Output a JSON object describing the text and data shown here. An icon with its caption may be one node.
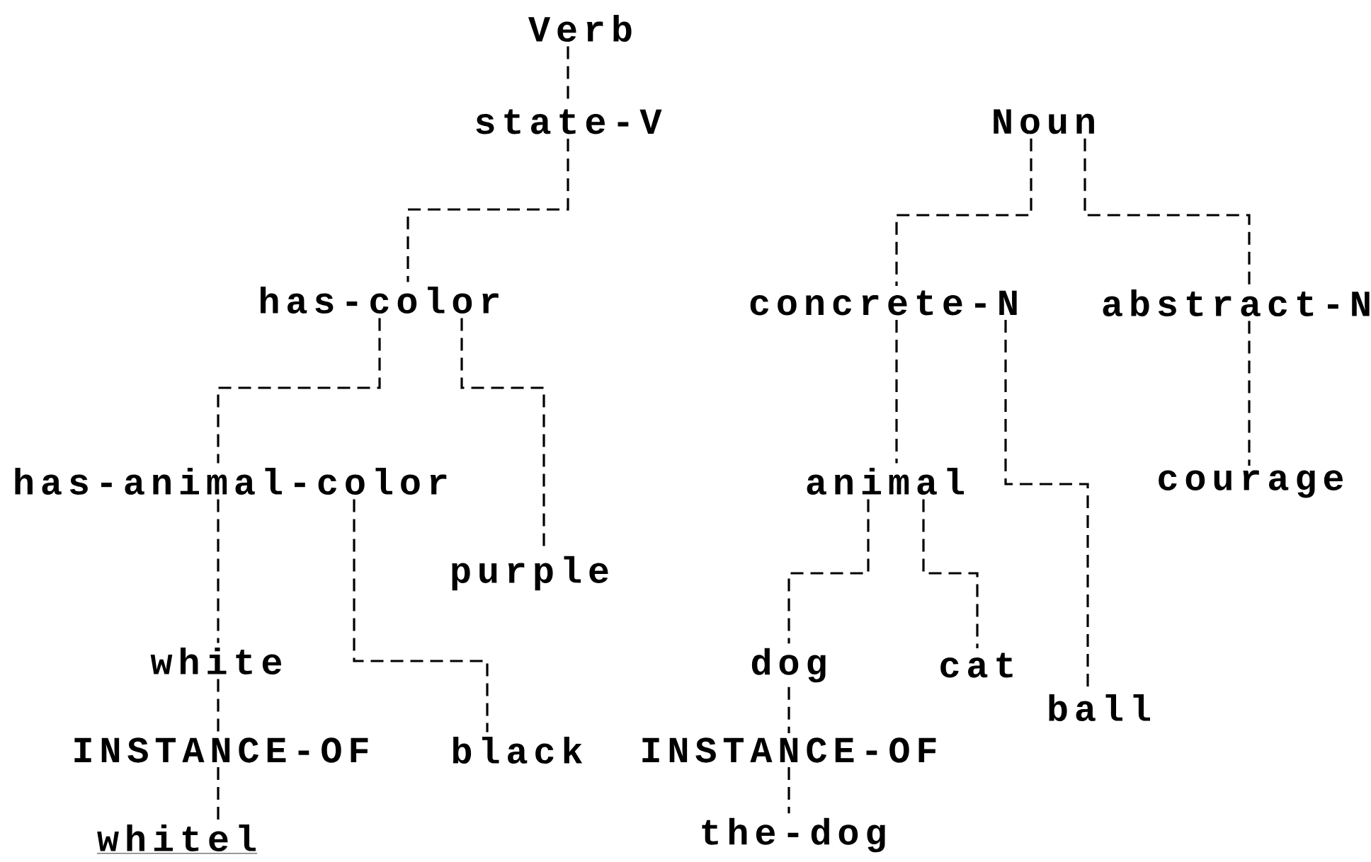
{
  "diagram": {
    "nodes": [
      {
        "text": [
          "Verb"
        ]
      },
      {
        "text": [
          "state-V"
        ]
      },
      {
        "text": [
          "has-color"
        ]
      },
      {
        "text": [
          "has-animal-color"
        ]
      },
      {
        "text": [
          "purple"
        ]
      },
      {
        "text": [
          "white"
        ]
      },
      {
        "text": [
          "black"
        ]
      },
      {
        "text": [
          "INSTANCE-OF"
        ]
      },
      {
        "text": [
          "whitel"
        ]
      },
      {
        "text": [
          "Noun"
        ]
      },
      {
        "text": [
          "concrete-N"
        ]
      },
      {
        "text": [
          "abstract-N"
        ]
      },
      {
        "text": [
          "animal"
        ]
      },
      {
        "text": [
          "courage"
        ]
      },
      {
        "text": [
          "dog"
        ]
      },
      {
        "text": [
          "cat"
        ]
      },
      {
        "text": [
          "ball"
        ]
      },
      {
        "text": [
          "INSTANCE-OF"
        ]
      },
      {
        "text": [
          "the-dog"
        ]
      }
    ],
    "edges": [
      {
        "from": 0,
        "to": 1,
        "arrow": "none"
      },
      {
        "from": 1,
        "to": 2,
        "arrow": "none"
      },
      {
        "from": 2,
        "to": 3,
        "arrow": "none"
      },
      {
        "from": 2,
        "to": 4,
        "arrow": "none"
      },
      {
        "from": 3,
        "to": 5,
        "arrow": "none"
      },
      {
        "from": 3,
        "to": 6,
        "arrow": "none"
      },
      {
        "from": 5,
        "to": 7,
        "arrow": "none"
      },
      {
        "from": 7,
        "to": 8,
        "arrow": "none"
      },
      {
        "from": 9,
        "to": 10,
        "arrow": "none"
      },
      {
        "from": 9,
        "to": 11,
        "arrow": "none"
      },
      {
        "from": 10,
        "to": 12,
        "arrow": "none"
      },
      {
        "from": 10,
        "to": 16,
        "arrow": "none"
      },
      {
        "from": 11,
        "to": 13,
        "arrow": "none"
      },
      {
        "from": 12,
        "to": 14,
        "arrow": "none"
      },
      {
        "from": 12,
        "to": 15,
        "arrow": "none"
      },
      {
        "from": 14,
        "to": 17,
        "arrow": "none"
      },
      {
        "from": 17,
        "to": 18,
        "arrow": "none"
      }
    ]
  }
}
